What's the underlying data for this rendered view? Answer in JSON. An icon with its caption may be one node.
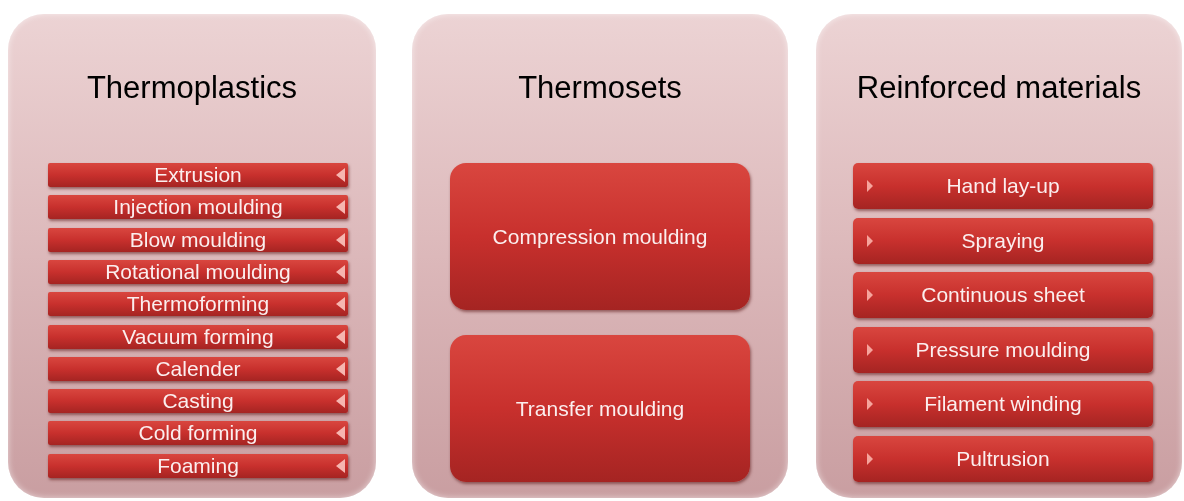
{
  "diagram": {
    "nodes": [
      {
        "text": [
          "Thermoplastics"
        ]
      },
      {
        "text": [
          "Extrusion"
        ],
        "in": 0
      },
      {
        "text": [
          "Injection moulding"
        ],
        "in": 0
      },
      {
        "text": [
          "Blow moulding"
        ],
        "in": 0
      },
      {
        "text": [
          "Rotational moulding"
        ],
        "in": 0
      },
      {
        "text": [
          "Thermoforming"
        ],
        "in": 0
      },
      {
        "text": [
          "Vacuum forming"
        ],
        "in": 0
      },
      {
        "text": [
          "Calender"
        ],
        "in": 0
      },
      {
        "text": [
          "Casting"
        ],
        "in": 0
      },
      {
        "text": [
          "Cold forming"
        ],
        "in": 0
      },
      {
        "text": [
          "Foaming"
        ],
        "in": 0
      },
      {
        "text": [
          "Thermosets"
        ]
      },
      {
        "text": [
          "Compression moulding"
        ],
        "in": 11
      },
      {
        "text": [
          "Transfer moulding"
        ],
        "in": 11
      },
      {
        "text": [
          "Reinforced materials"
        ]
      },
      {
        "text": [
          "Hand lay-up"
        ],
        "in": 14
      },
      {
        "text": [
          "Spraying"
        ],
        "in": 14
      },
      {
        "text": [
          "Continuous sheet"
        ],
        "in": 14
      },
      {
        "text": [
          "Pressure moulding"
        ],
        "in": 14
      },
      {
        "text": [
          "Filament winding"
        ],
        "in": 14
      },
      {
        "text": [
          "Pultrusion"
        ],
        "in": 14
      }
    ]
  }
}
